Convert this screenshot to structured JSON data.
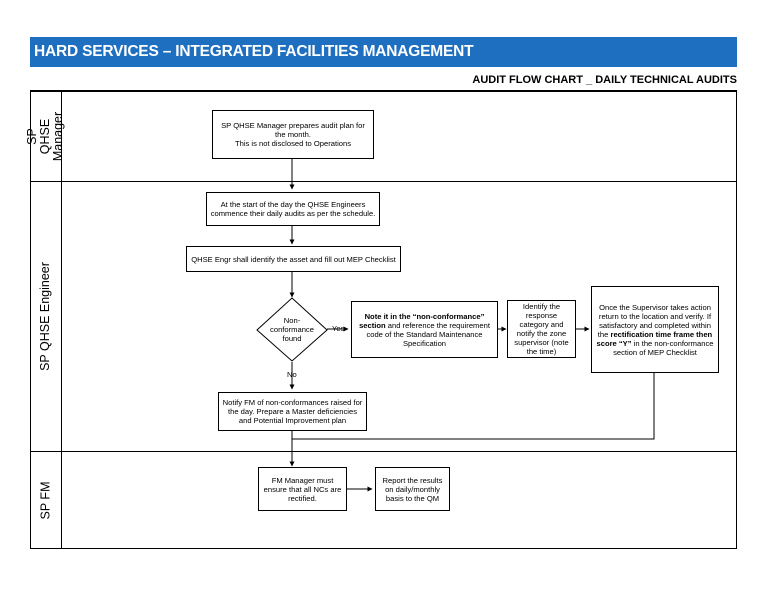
{
  "header": {
    "title": "HARD SERVICES – INTEGRATED FACILITIES MANAGEMENT",
    "subtitle": "AUDIT FLOW CHART _ DAILY TECHNICAL AUDITS",
    "banner_color": "#1f6fc0"
  },
  "lanes": [
    {
      "label": "SP QHSE Manager"
    },
    {
      "label": "SP QHSE Engineer"
    },
    {
      "label": "SP FM"
    }
  ],
  "nodes": {
    "audit_plan": "SP QHSE Manager prepares audit plan for the month.\nThis is not disclosed to Operations",
    "daily_start": "At the start of the day the QHSE Engineers commence their daily audits as per the schedule.",
    "identify_asset": "QHSE Engr shall identify the asset and fill out MEP Checklist",
    "decision": "Non-conformance found",
    "note_nc_bold": "Note it in the “non-conformance” section",
    "note_nc_rest": "and reference the requirement code of the  Standard Maintenance Specification",
    "response_category": "Identify the response category and notify the zone supervisor (note the time)",
    "supervisor_pre": "Once the Supervisor takes action return to the location and verify. If satisfactory and completed within the",
    "supervisor_bold": "rectification time frame then score “Y”",
    "supervisor_post": "in the non-conformance section of MEP Checklist",
    "notify_fm": "Notify FM of non-conformances raised for the day. Prepare a Master deficiencies and Potential Improvement plan",
    "fm_manager": "FM Manager must ensure that all NCs are rectified.",
    "report_results": "Report the results on daily/monthly basis to the QM"
  },
  "edge_labels": {
    "yes": "Yes",
    "no": "No"
  }
}
